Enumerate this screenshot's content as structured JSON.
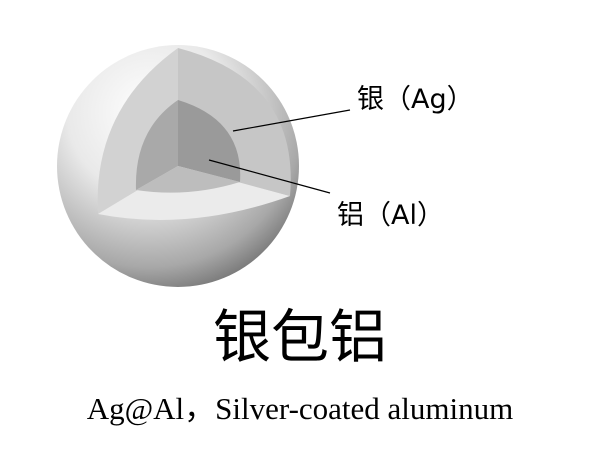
{
  "labels": {
    "silver": "银（Ag）",
    "aluminum": "铝（Al）"
  },
  "title": "银包铝",
  "subtitle": "Ag@Al，Silver-coated aluminum"
}
